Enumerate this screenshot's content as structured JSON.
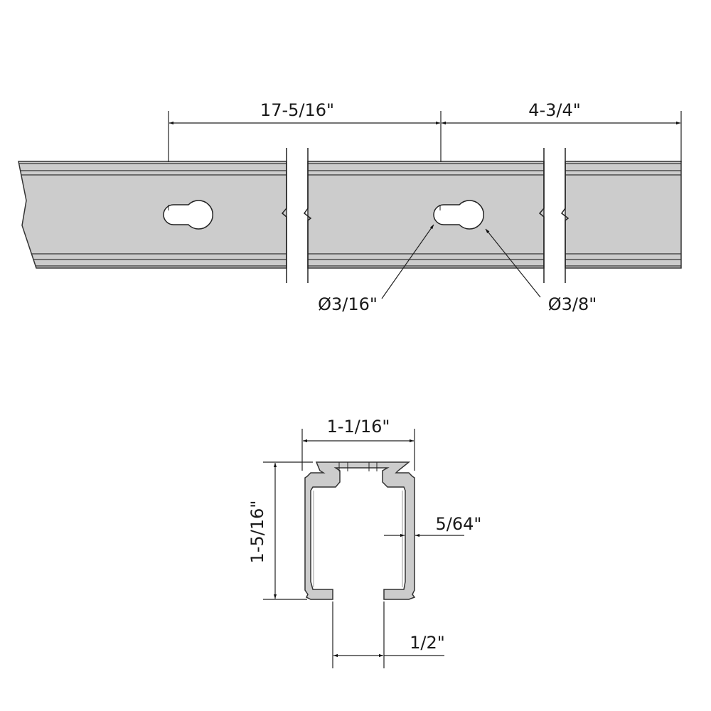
{
  "colors": {
    "metal": "#cccccc",
    "line": "#333333",
    "text": "#1a1a1a",
    "background": "#ffffff"
  },
  "top_view": {
    "dimensions": {
      "spacing": "17-5/16\"",
      "end_offset": "4-3/4\""
    },
    "callouts": {
      "small_hole": "Ø3/16\"",
      "large_hole": "Ø3/8\""
    }
  },
  "profile_view": {
    "dimensions": {
      "width": "1-1/16\"",
      "height": "1-5/16\"",
      "wall_thickness": "5/64\"",
      "opening": "1/2\""
    }
  }
}
